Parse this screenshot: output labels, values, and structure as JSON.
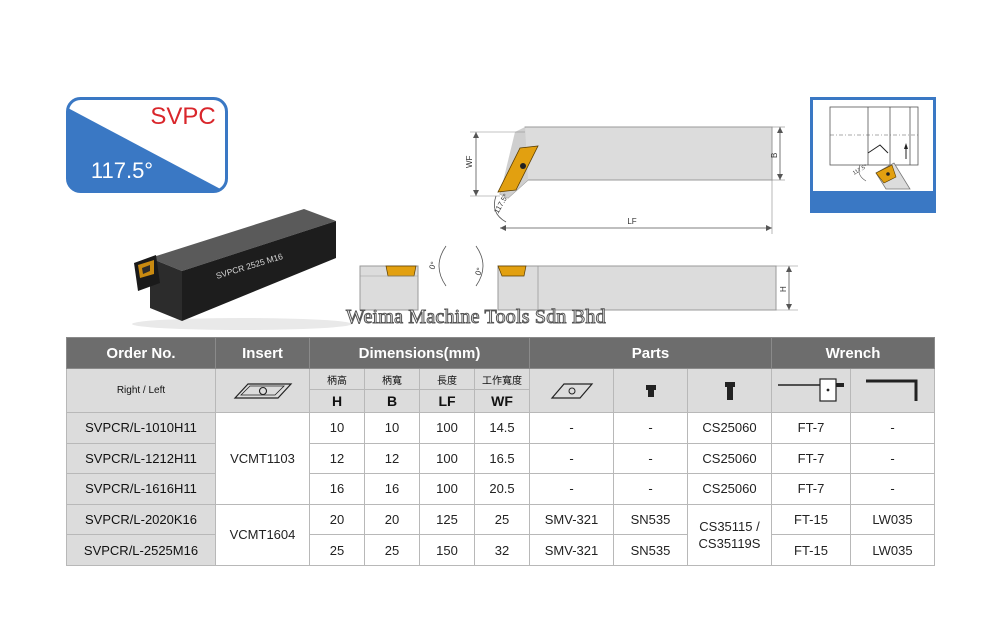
{
  "badge": {
    "code": "SVPC",
    "angle": "117.5°"
  },
  "tool_photo": {
    "engraving": "SVPCR 2525 M16"
  },
  "drawing": {
    "wf_label": "WF",
    "b_label": "B",
    "lf_label": "LF",
    "h_label": "H",
    "angle_label": "117.5°",
    "rake_left": "0°",
    "rake_right": "0°",
    "inset_angle": "117.5°"
  },
  "watermark": "Weima Machine Tools Sdn Bhd",
  "table": {
    "group_headers": {
      "order_no": "Order No.",
      "insert": "Insert",
      "dimensions": "Dimensions(mm)",
      "parts": "Parts",
      "wrench": "Wrench"
    },
    "right_left": "Right / Left",
    "dim_cn": [
      "柄高",
      "柄寬",
      "長度",
      "工作寬度"
    ],
    "dim_letters": [
      "H",
      "B",
      "LF",
      "WF"
    ],
    "icons": [
      "insert-icon",
      "insert-shape-icon",
      "shim-icon",
      "screw-icon",
      "t-wrench-icon",
      "allen-key-icon"
    ],
    "rows": [
      {
        "order": "SVPCR/L-1010H11",
        "h": "10",
        "b": "10",
        "lf": "100",
        "wf": "14.5",
        "p1": "-",
        "p2": "-",
        "wrench_a": "FT-7",
        "wrench_b": "-"
      },
      {
        "order": "SVPCR/L-1212H11",
        "h": "12",
        "b": "12",
        "lf": "100",
        "wf": "16.5",
        "p1": "-",
        "p2": "-",
        "wrench_a": "FT-7",
        "wrench_b": "-"
      },
      {
        "order": "SVPCR/L-1616H11",
        "h": "16",
        "b": "16",
        "lf": "100",
        "wf": "20.5",
        "p1": "-",
        "p2": "-",
        "wrench_a": "FT-7",
        "wrench_b": "-"
      },
      {
        "order": "SVPCR/L-2020K16",
        "h": "20",
        "b": "20",
        "lf": "125",
        "wf": "25",
        "p1": "SMV-321",
        "p2": "SN535",
        "wrench_a": "FT-15",
        "wrench_b": "LW035"
      },
      {
        "order": "SVPCR/L-2525M16",
        "h": "25",
        "b": "25",
        "lf": "150",
        "wf": "32",
        "p1": "SMV-321",
        "p2": "SN535",
        "wrench_a": "FT-15",
        "wrench_b": "LW035"
      }
    ],
    "insert_group_1": "VCMT1103",
    "insert_group_2": "VCMT1604",
    "screw_1": "CS25060",
    "screw_2": "CS25060",
    "screw_3": "CS25060",
    "screw_45_a": "CS35115 /",
    "screw_45_b": "CS35119S"
  },
  "colors": {
    "brand_blue": "#3a78c4",
    "badge_red": "#d9262b",
    "header_gray": "#6d6d6d",
    "subheader_gray": "#dcdcdc",
    "insert_gold": "#e2a010"
  }
}
